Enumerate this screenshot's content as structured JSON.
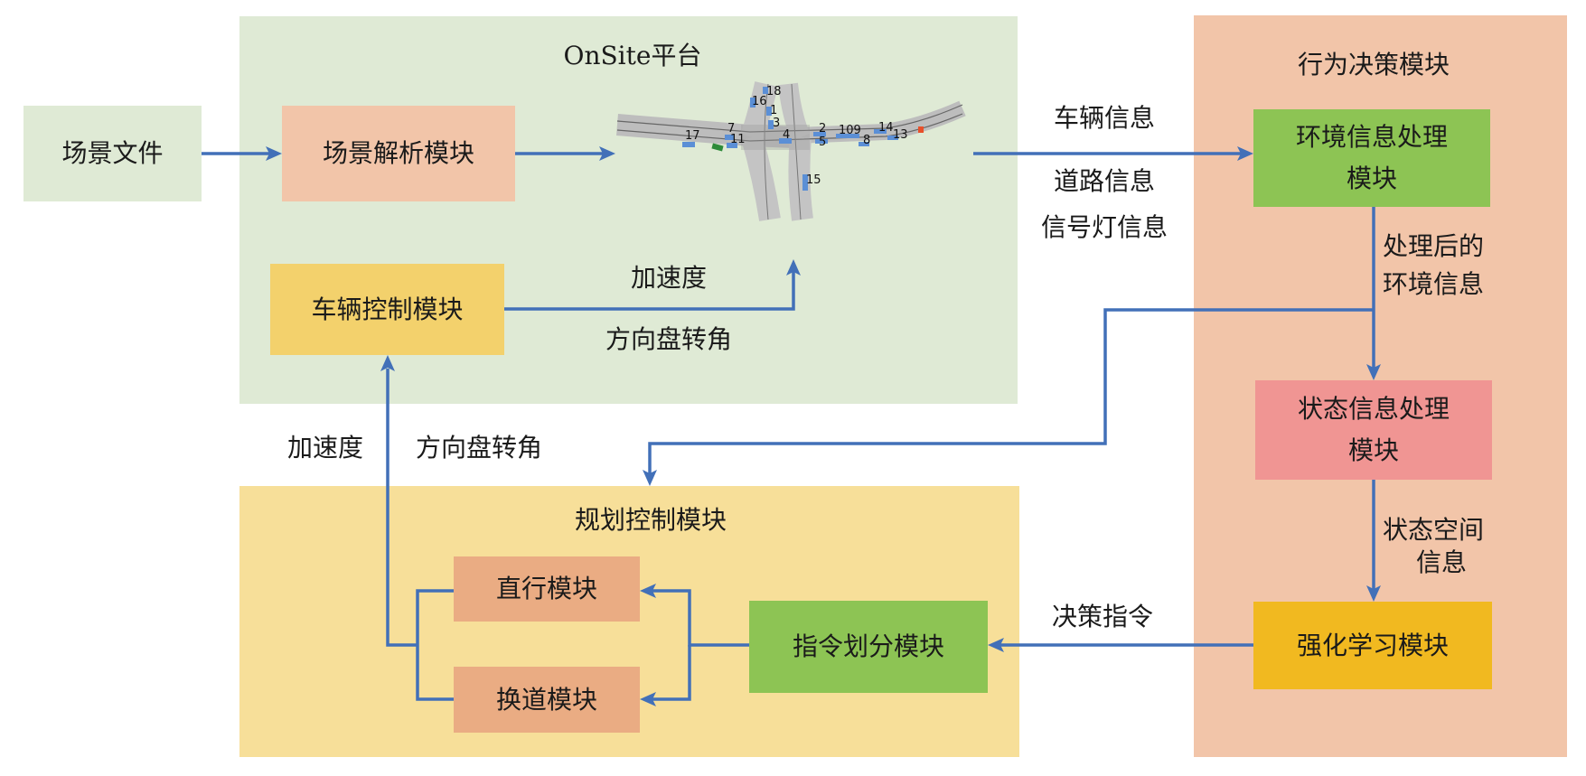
{
  "colors": {
    "onsite_panel": "#dfead5",
    "decision_panel": "#f2c5a9",
    "planning_panel": "#f7df99",
    "scene_file_box": "#dfead5",
    "scene_parse_box": "#f2c5a9",
    "vehicle_control_box": "#f3d16c",
    "env_process_box": "#8dc454",
    "state_process_box": "#f09593",
    "rl_box": "#f1b920",
    "instruction_box": "#8dc454",
    "straight_box": "#eaac83",
    "lane_change_box": "#eaac83",
    "arrow": "#4270b8",
    "ego_vehicle": "#2e8b3a",
    "other_vehicle": "#5b8fd6",
    "target_marker": "#e8502a",
    "road": "#c8c8c8"
  },
  "scene_file": {
    "label": "场景文件"
  },
  "onsite_platform": {
    "title": "OnSite平台",
    "scene_parse_module": "场景解析模块",
    "vehicle_control_module": "车辆控制模块",
    "control_labels": {
      "top": "加速度",
      "bottom": "方向盘转角"
    },
    "road_scene": {
      "vehicle_ids": [
        "17",
        "7",
        "11",
        "16",
        "18",
        "1",
        "3",
        "4",
        "2",
        "5",
        "109",
        "8",
        "14",
        "13",
        "15"
      ]
    }
  },
  "info_flow_labels": {
    "vehicle_info": "车辆信息",
    "road_info": "道路信息",
    "signal_info": "信号灯信息"
  },
  "decision_module": {
    "title": "行为决策模块",
    "env_process_module": [
      "环境信息处理",
      "模块"
    ],
    "processed_env_label": [
      "处理后的",
      "环境信息"
    ],
    "state_process_module": [
      "状态信息处理",
      "模块"
    ],
    "state_space_label": [
      "状态空间",
      "信息"
    ],
    "rl_module": "强化学习模块"
  },
  "decision_command_label": "决策指令",
  "feedback_labels": {
    "accel": "加速度",
    "steering": "方向盘转角"
  },
  "planning_module": {
    "title": "规划控制模块",
    "instruction_module": "指令划分模块",
    "straight_module": "直行模块",
    "lane_change_module": "换道模块"
  }
}
